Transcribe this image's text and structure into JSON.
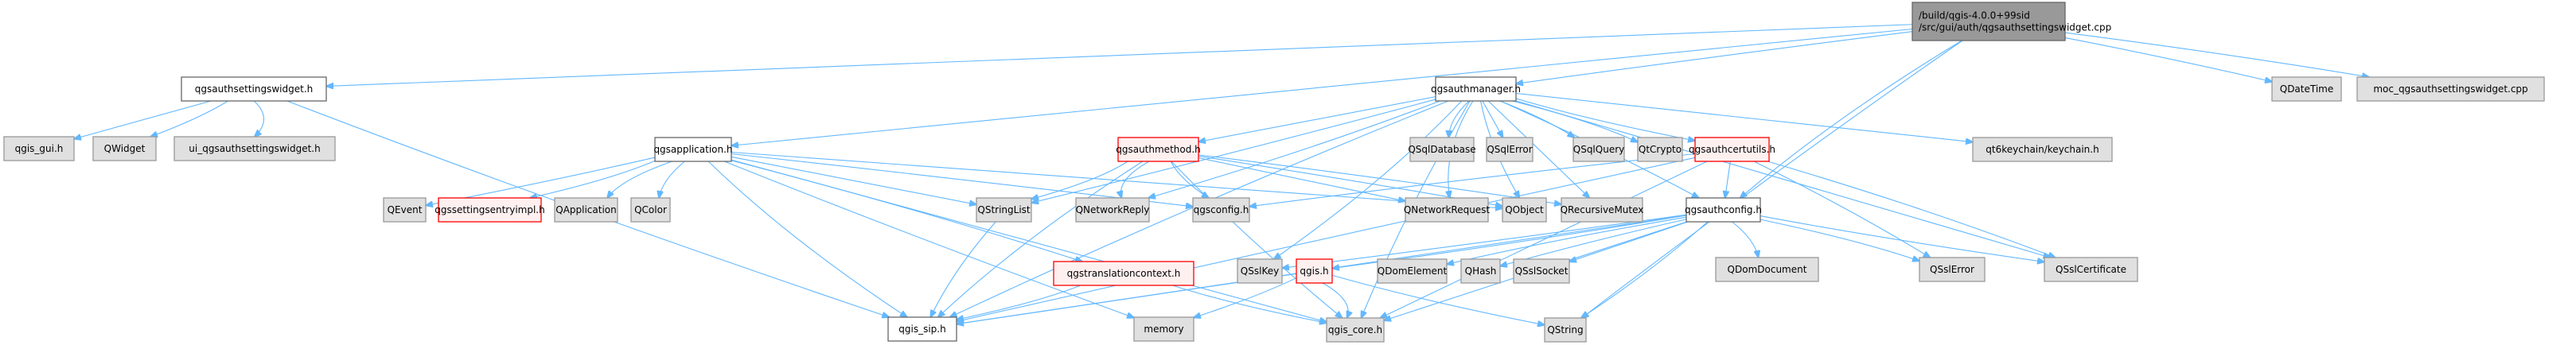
{
  "graph": {
    "title": "Include dependency graph for qgsauthsettingswidget.cpp",
    "colors": {
      "edge": "#63b8ff",
      "root_fill": "#999999",
      "documented_fill": "#ffffff",
      "external_fill": "#e0e0e0",
      "truncated_fill": "#fff0f0",
      "truncated_border": "#ff0000"
    },
    "nodes": [
      {
        "id": "root",
        "label": [
          "/build/qgis-4.0.0+99sid",
          "/src/gui/auth/qgsauthsettingswidget.cpp"
        ],
        "kind": "root"
      },
      {
        "id": "qgsauthsettingswidget_h",
        "label": [
          "qgsauthsettingswidget.h"
        ],
        "kind": "white"
      },
      {
        "id": "qgis_gui_h",
        "label": [
          "qgis_gui.h"
        ],
        "kind": "gray"
      },
      {
        "id": "QWidget",
        "label": [
          "QWidget"
        ],
        "kind": "gray"
      },
      {
        "id": "ui_qgsauthsettingswidget_h",
        "label": [
          "ui_qgsauthsettingswidget.h"
        ],
        "kind": "gray"
      },
      {
        "id": "qgsauthmanager_h",
        "label": [
          "qgsauthmanager.h"
        ],
        "kind": "white"
      },
      {
        "id": "qgsapplication_h",
        "label": [
          "qgsapplication.h"
        ],
        "kind": "white"
      },
      {
        "id": "qgsauthmethod_h",
        "label": [
          "qgsauthmethod.h"
        ],
        "kind": "red"
      },
      {
        "id": "QSqlDatabase",
        "label": [
          "QSqlDatabase"
        ],
        "kind": "gray"
      },
      {
        "id": "QSqlError",
        "label": [
          "QSqlError"
        ],
        "kind": "gray"
      },
      {
        "id": "QSqlQuery",
        "label": [
          "QSqlQuery"
        ],
        "kind": "gray"
      },
      {
        "id": "QtCrypto",
        "label": [
          "QtCrypto"
        ],
        "kind": "gray"
      },
      {
        "id": "qgsauthcertutils_h",
        "label": [
          "qgsauthcertutils.h"
        ],
        "kind": "red"
      },
      {
        "id": "qt6keychain_h",
        "label": [
          "qt6keychain/keychain.h"
        ],
        "kind": "gray"
      },
      {
        "id": "QDateTime",
        "label": [
          "QDateTime"
        ],
        "kind": "gray"
      },
      {
        "id": "moc_cpp",
        "label": [
          "moc_qgsauthsettingswidget.cpp"
        ],
        "kind": "gray"
      },
      {
        "id": "QEvent",
        "label": [
          "QEvent"
        ],
        "kind": "gray"
      },
      {
        "id": "qgssettingsentryimpl_h",
        "label": [
          "qgssettingsentryimpl.h"
        ],
        "kind": "red"
      },
      {
        "id": "QApplication",
        "label": [
          "QApplication"
        ],
        "kind": "gray"
      },
      {
        "id": "QColor",
        "label": [
          "QColor"
        ],
        "kind": "gray"
      },
      {
        "id": "QStringList",
        "label": [
          "QStringList"
        ],
        "kind": "gray"
      },
      {
        "id": "QNetworkReply",
        "label": [
          "QNetworkReply"
        ],
        "kind": "gray"
      },
      {
        "id": "qgsconfig_h",
        "label": [
          "qgsconfig.h"
        ],
        "kind": "gray"
      },
      {
        "id": "QNetworkRequest",
        "label": [
          "QNetworkRequest"
        ],
        "kind": "gray"
      },
      {
        "id": "QObject",
        "label": [
          "QObject"
        ],
        "kind": "gray"
      },
      {
        "id": "QRecursiveMutex",
        "label": [
          "QRecursiveMutex"
        ],
        "kind": "gray"
      },
      {
        "id": "qgsauthconfig_h",
        "label": [
          "qgsauthconfig.h"
        ],
        "kind": "white"
      },
      {
        "id": "qgstranslationcontext_h",
        "label": [
          "qgstranslationcontext.h"
        ],
        "kind": "red"
      },
      {
        "id": "QSslKey",
        "label": [
          "QSslKey"
        ],
        "kind": "gray"
      },
      {
        "id": "qgis_h",
        "label": [
          "qgis.h"
        ],
        "kind": "red"
      },
      {
        "id": "QDomElement",
        "label": [
          "QDomElement"
        ],
        "kind": "gray"
      },
      {
        "id": "QHash",
        "label": [
          "QHash"
        ],
        "kind": "gray"
      },
      {
        "id": "QSslSocket",
        "label": [
          "QSslSocket"
        ],
        "kind": "gray"
      },
      {
        "id": "QDomDocument",
        "label": [
          "QDomDocument"
        ],
        "kind": "gray"
      },
      {
        "id": "QSslError",
        "label": [
          "QSslError"
        ],
        "kind": "gray"
      },
      {
        "id": "QSslCertificate",
        "label": [
          "QSslCertificate"
        ],
        "kind": "gray"
      },
      {
        "id": "qgis_sip_h",
        "label": [
          "qgis_sip.h"
        ],
        "kind": "white"
      },
      {
        "id": "memory",
        "label": [
          "memory"
        ],
        "kind": "gray"
      },
      {
        "id": "qgis_core_h",
        "label": [
          "qgis_core.h"
        ],
        "kind": "gray"
      },
      {
        "id": "QString",
        "label": [
          "QString"
        ],
        "kind": "gray"
      }
    ],
    "edges": [
      [
        "root",
        "qgsauthsettingswidget_h"
      ],
      [
        "root",
        "qgsauthmanager_h"
      ],
      [
        "root",
        "qgsapplication_h"
      ],
      [
        "root",
        "QDateTime"
      ],
      [
        "root",
        "moc_cpp"
      ],
      [
        "root",
        "qgsauthconfig_h"
      ],
      [
        "root",
        "QString"
      ],
      [
        "qgsauthsettingswidget_h",
        "qgis_gui_h"
      ],
      [
        "qgsauthsettingswidget_h",
        "QWidget"
      ],
      [
        "qgsauthsettingswidget_h",
        "ui_qgsauthsettingswidget_h"
      ],
      [
        "qgsauthsettingswidget_h",
        "qgis_sip_h"
      ],
      [
        "qgsauthmanager_h",
        "QSqlDatabase"
      ],
      [
        "qgsauthmanager_h",
        "QSqlError"
      ],
      [
        "qgsauthmanager_h",
        "QSqlQuery"
      ],
      [
        "qgsauthmanager_h",
        "QtCrypto"
      ],
      [
        "qgsauthmanager_h",
        "qgsauthcertutils_h"
      ],
      [
        "qgsauthmanager_h",
        "qt6keychain_h"
      ],
      [
        "qgsauthmanager_h",
        "qgsauthmethod_h"
      ],
      [
        "qgsauthmanager_h",
        "QStringList"
      ],
      [
        "qgsauthmanager_h",
        "QNetworkReply"
      ],
      [
        "qgsauthmanager_h",
        "QNetworkRequest"
      ],
      [
        "qgsauthmanager_h",
        "QObject"
      ],
      [
        "qgsauthmanager_h",
        "QRecursiveMutex"
      ],
      [
        "qgsauthmanager_h",
        "qgsauthconfig_h"
      ],
      [
        "qgsauthmanager_h",
        "QSslKey"
      ],
      [
        "qgsauthmanager_h",
        "qgis_sip_h"
      ],
      [
        "qgsauthmanager_h",
        "qgis_core_h"
      ],
      [
        "qgsauthmanager_h",
        "QSslCertificate"
      ],
      [
        "qgsapplication_h",
        "QEvent"
      ],
      [
        "qgsapplication_h",
        "qgssettingsentryimpl_h"
      ],
      [
        "qgsapplication_h",
        "QApplication"
      ],
      [
        "qgsapplication_h",
        "QColor"
      ],
      [
        "qgsapplication_h",
        "QStringList"
      ],
      [
        "qgsapplication_h",
        "qgsconfig_h"
      ],
      [
        "qgsapplication_h",
        "qgstranslationcontext_h"
      ],
      [
        "qgsapplication_h",
        "qgis_sip_h"
      ],
      [
        "qgsapplication_h",
        "memory"
      ],
      [
        "qgsapplication_h",
        "qgis_core_h"
      ],
      [
        "qgsapplication_h",
        "QObject"
      ],
      [
        "qgsauthmethod_h",
        "QStringList"
      ],
      [
        "qgsauthmethod_h",
        "QNetworkReply"
      ],
      [
        "qgsauthmethod_h",
        "qgsconfig_h"
      ],
      [
        "qgsauthmethod_h",
        "QNetworkRequest"
      ],
      [
        "qgsauthmethod_h",
        "QObject"
      ],
      [
        "qgsauthmethod_h",
        "QRecursiveMutex"
      ],
      [
        "qgsauthmethod_h",
        "qgis_sip_h"
      ],
      [
        "qgsauthmethod_h",
        "qgis_core_h"
      ],
      [
        "qgsauthcertutils_h",
        "qgsauthconfig_h"
      ],
      [
        "qgsauthcertutils_h",
        "QSslError"
      ],
      [
        "qgsauthcertutils_h",
        "QSslCertificate"
      ],
      [
        "qgsauthcertutils_h",
        "qgsconfig_h"
      ],
      [
        "qgsauthcertutils_h",
        "qgis_sip_h"
      ],
      [
        "qgsauthcertutils_h",
        "qgis_core_h"
      ],
      [
        "qgsauthconfig_h",
        "QSslKey"
      ],
      [
        "qgsauthconfig_h",
        "qgis_h"
      ],
      [
        "qgsauthconfig_h",
        "QDomElement"
      ],
      [
        "qgsauthconfig_h",
        "QHash"
      ],
      [
        "qgsauthconfig_h",
        "QSslSocket"
      ],
      [
        "qgsauthconfig_h",
        "QDomDocument"
      ],
      [
        "qgsauthconfig_h",
        "QSslError"
      ],
      [
        "qgsauthconfig_h",
        "QSslCertificate"
      ],
      [
        "qgsauthconfig_h",
        "qgis_sip_h"
      ],
      [
        "qgsauthconfig_h",
        "qgis_core_h"
      ],
      [
        "qgsauthconfig_h",
        "QString"
      ],
      [
        "qgstranslationcontext_h",
        "qgis_sip_h"
      ],
      [
        "qgstranslationcontext_h",
        "qgis_core_h"
      ],
      [
        "QStringList",
        "qgis_sip_h"
      ],
      [
        "qgis_h",
        "qgis_sip_h"
      ],
      [
        "qgis_h",
        "memory"
      ],
      [
        "qgis_h",
        "qgis_core_h"
      ],
      [
        "qgis_h",
        "QString"
      ]
    ]
  }
}
